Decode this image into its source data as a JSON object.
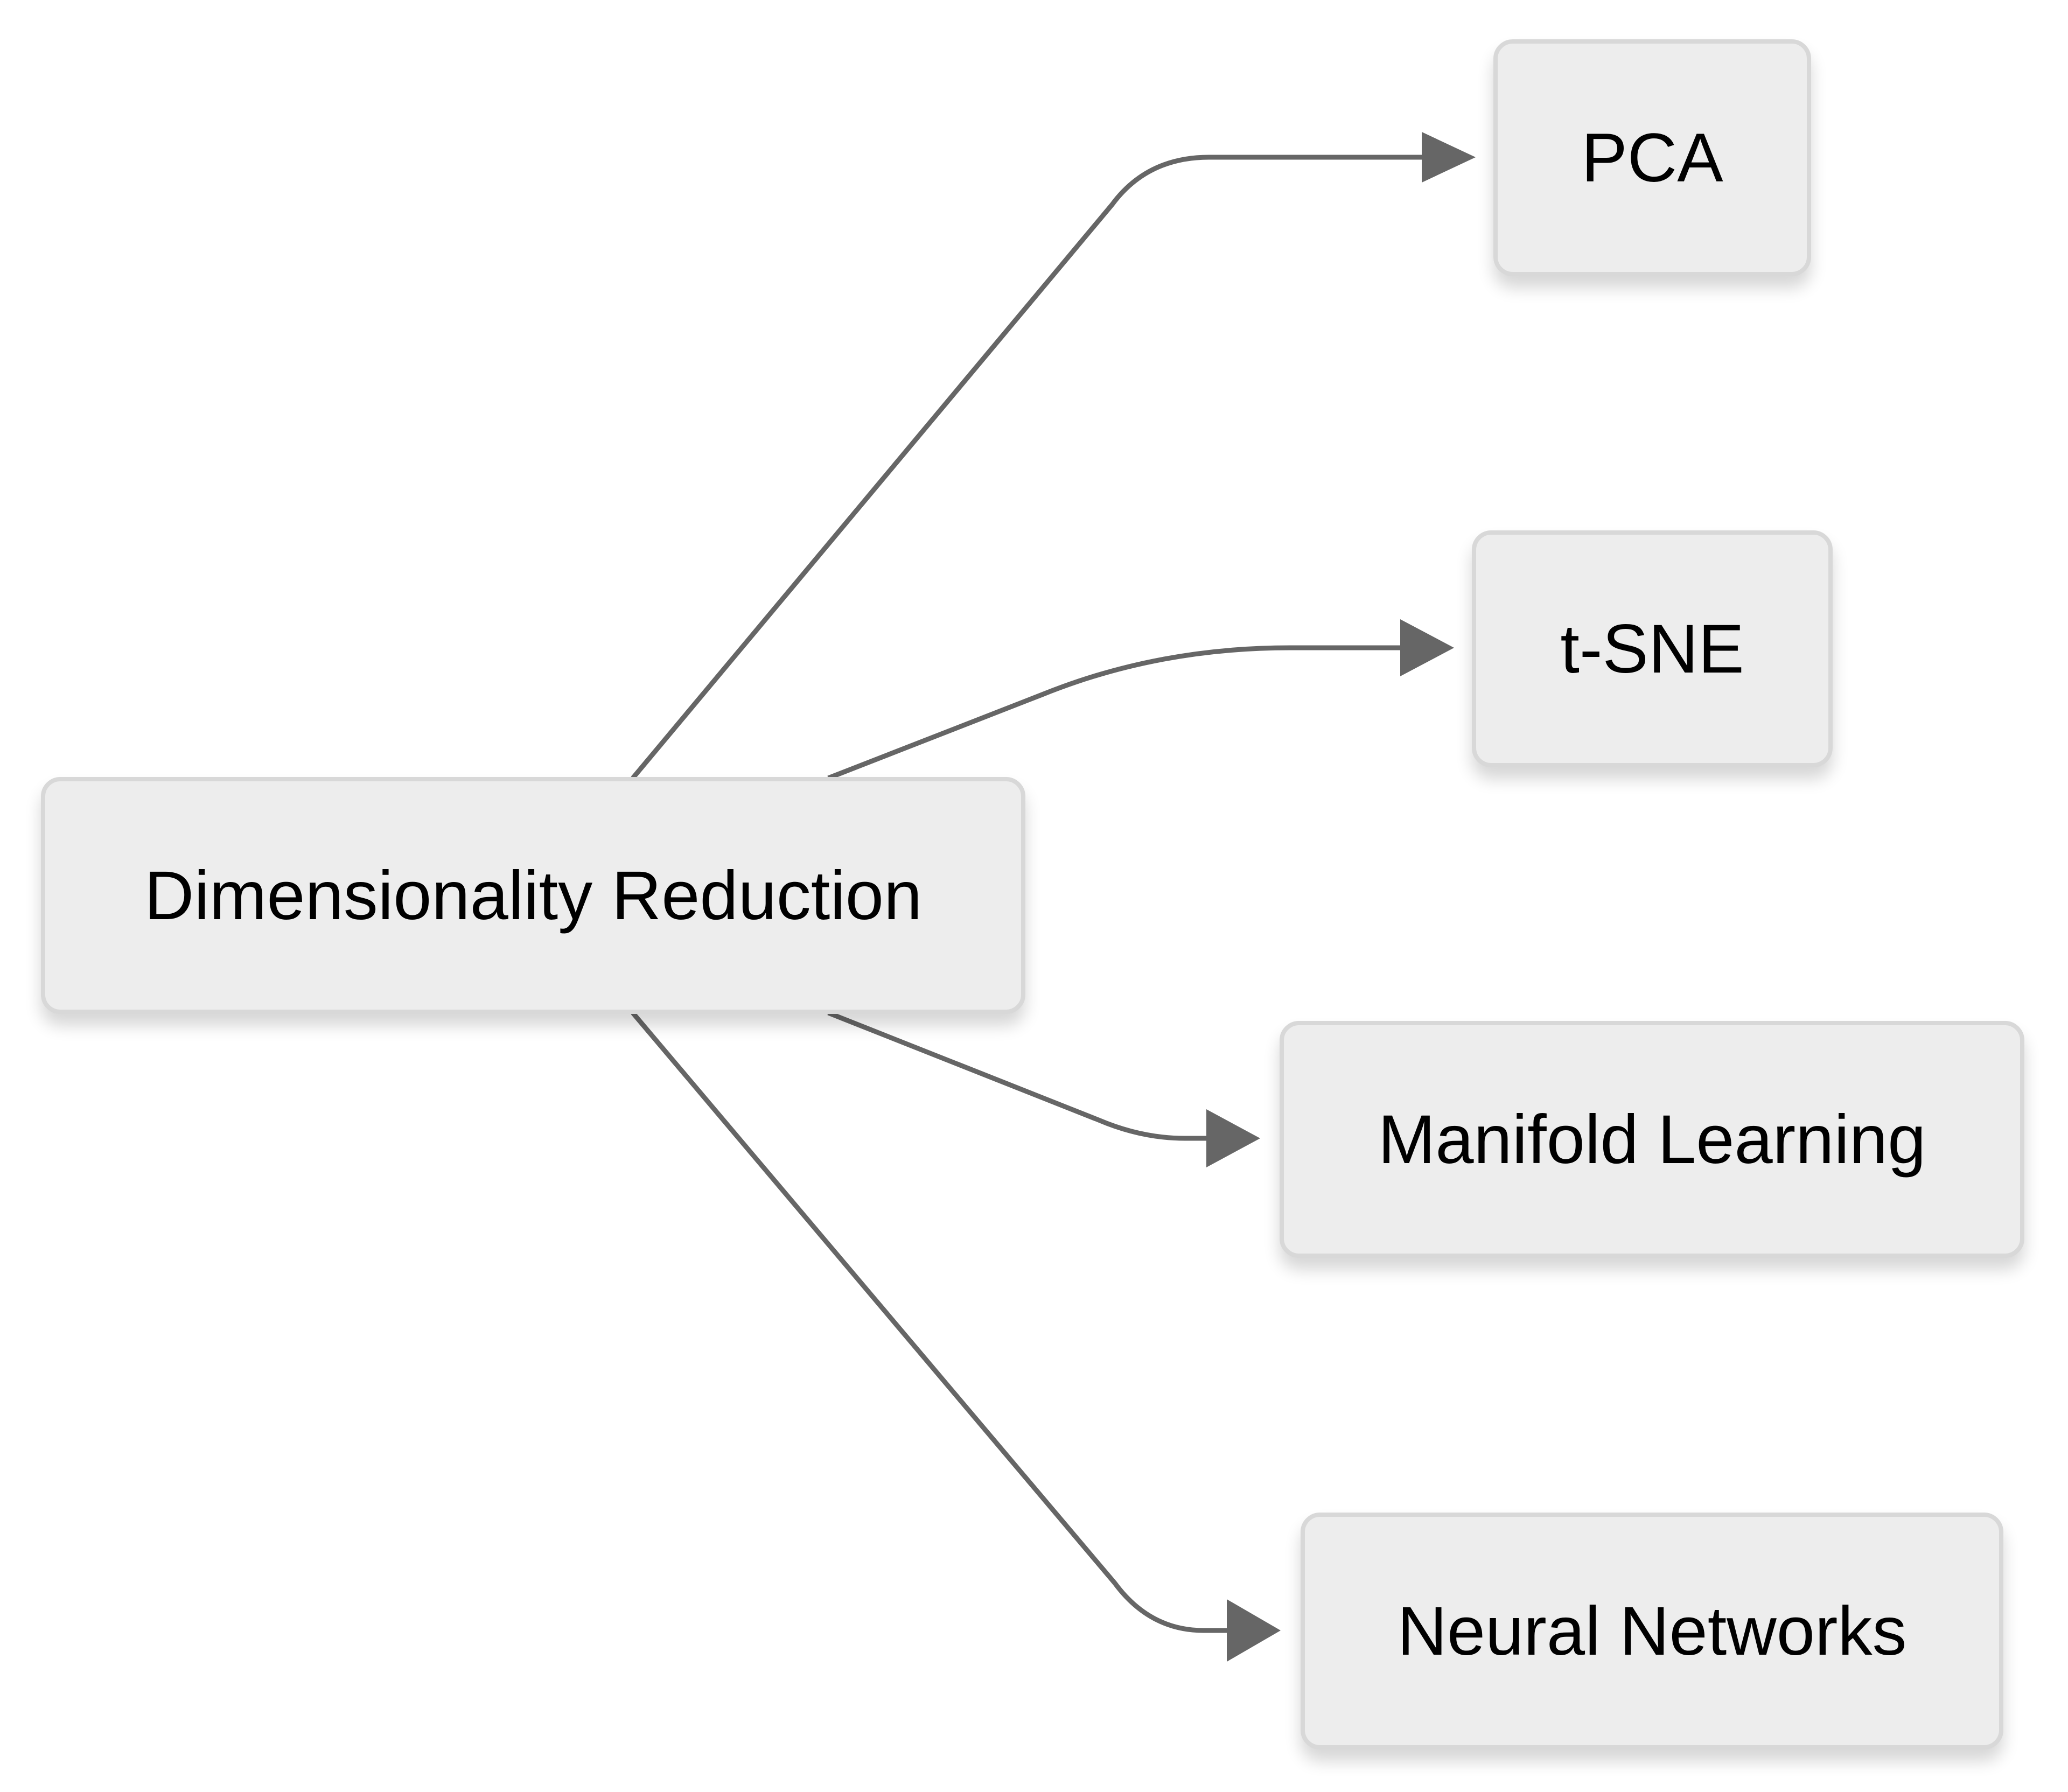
{
  "diagram": {
    "type": "tree",
    "direction": "left-to-right",
    "root": {
      "id": "root",
      "label": "Dimensionality Reduction"
    },
    "children": [
      {
        "id": "pca",
        "label": "PCA"
      },
      {
        "id": "tsne",
        "label": "t-SNE"
      },
      {
        "id": "manifold",
        "label": "Manifold Learning"
      },
      {
        "id": "neural",
        "label": "Neural Networks"
      }
    ],
    "edges": [
      {
        "from": "root",
        "to": "pca"
      },
      {
        "from": "root",
        "to": "tsne"
      },
      {
        "from": "root",
        "to": "manifold"
      },
      {
        "from": "root",
        "to": "neural"
      }
    ],
    "colors": {
      "node_fill": "#ededed",
      "node_border": "#d8d8d8",
      "edge": "#666666",
      "text": "#000000",
      "background": "#ffffff"
    }
  }
}
